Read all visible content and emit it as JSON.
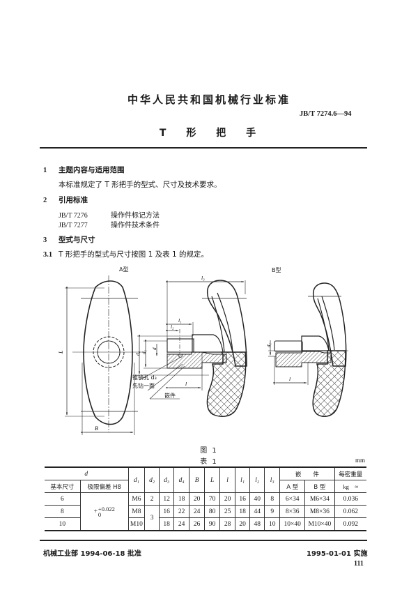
{
  "header": {
    "standard_body": "中华人民共和国机械行业标准",
    "standard_code": "JB/T 7274.6—94",
    "title": "T 形 把 手"
  },
  "sections": [
    {
      "num": "1",
      "heading": "主题内容与适用范围",
      "body": "本标准规定了 T 形把手的型式、尺寸及技术要求。"
    },
    {
      "num": "2",
      "heading": "引用标准",
      "refs": [
        {
          "code": "JB/T 7276",
          "title": "操作件标记方法"
        },
        {
          "code": "JB/T 7277",
          "title": "操作件技术条件"
        }
      ]
    },
    {
      "num": "3",
      "heading": "型式与尺寸"
    },
    {
      "num": "3.1",
      "body": "T 形把手的型式与尺寸按图 1 及表 1 的规定。"
    }
  ],
  "figure": {
    "caption": "图 1",
    "type_a_label": "A型",
    "type_b_label": "B型",
    "annotations": {
      "pin_hole": "锥销孔 d₃",
      "drill_first": "先钻一面",
      "insert": "嵌件",
      "dim_L": "L",
      "dim_B": "B",
      "dim_l": "l",
      "dim_l1": "l₁",
      "dim_l2": "l₂",
      "dim_l3": "l₃",
      "dim_d": "d",
      "dim_d1": "d₁",
      "dim_d4": "d₄"
    }
  },
  "table": {
    "caption": "表 1",
    "unit": "mm",
    "headers": {
      "d": "d",
      "basic_size": "基本尺寸",
      "tolerance": "极限偏差 H8",
      "d1": "d₁",
      "d2": "d₂",
      "d3": "d₃",
      "d4": "d₄",
      "B": "B",
      "L": "L",
      "l": "l",
      "l1": "l₁",
      "l2": "l₂",
      "l3": "l₃",
      "insert": "嵌　　件",
      "insert_a": "A 型",
      "insert_b": "B 型",
      "weight": "每密重量",
      "weight_unit": "kg　≈"
    },
    "tolerance": {
      "upper": "+0.022",
      "lower": "0"
    },
    "rows": [
      {
        "d": "6",
        "d1": "M6",
        "d2": "2",
        "d3": "12",
        "d4": "18",
        "B": "20",
        "L": "70",
        "l": "20",
        "l1": "16",
        "l2": "40",
        "l3": "8",
        "insert_a": "6×34",
        "insert_b": "M6×34",
        "weight": "0.036"
      },
      {
        "d": "8",
        "d1": "M8",
        "d2": "3",
        "d3": "16",
        "d4": "22",
        "B": "24",
        "L": "80",
        "l": "25",
        "l1": "18",
        "l2": "44",
        "l3": "9",
        "insert_a": "8×36",
        "insert_b": "M8×36",
        "weight": "0.062"
      },
      {
        "d": "10",
        "d1": "M10",
        "d2": "3",
        "d3": "18",
        "d4": "24",
        "B": "26",
        "L": "90",
        "l": "28",
        "l1": "20",
        "l2": "48",
        "l3": "10",
        "insert_a": "10×40",
        "insert_b": "M10×40",
        "weight": "0.092"
      }
    ]
  },
  "footer": {
    "approval": "机械工业部 1994-06-18 批准",
    "effective": "1995-01-01 实施",
    "page": "111"
  }
}
